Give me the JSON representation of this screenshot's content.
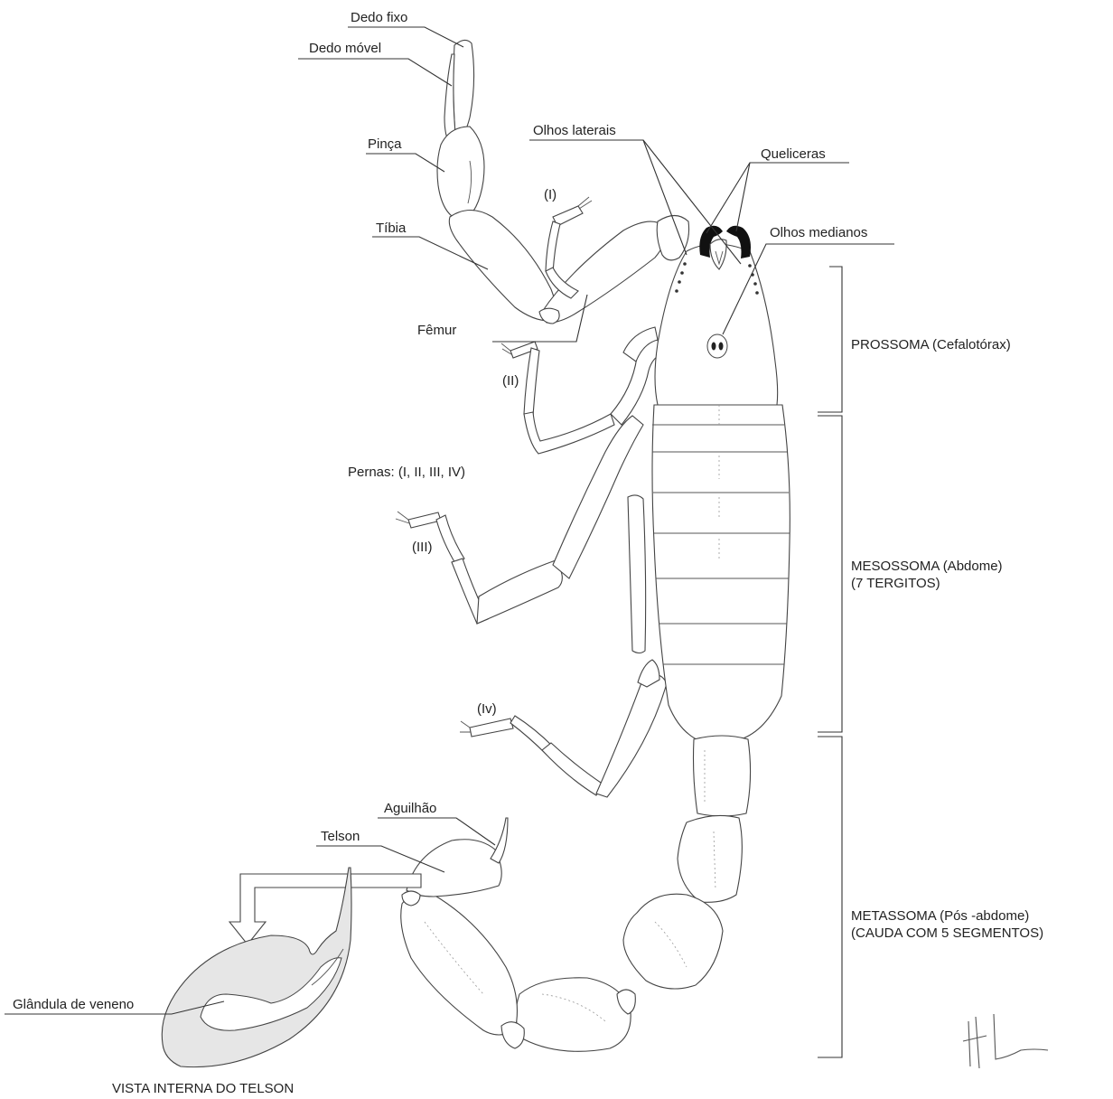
{
  "labels": {
    "dedo_fixo": "Dedo fixo",
    "dedo_movel": "Dedo móvel",
    "pinca": "Pinça",
    "tibia": "Tíbia",
    "femur": "Fêmur",
    "olhos_laterais": "Olhos laterais",
    "queliceras": "Queliceras",
    "olhos_medianos": "Olhos medianos",
    "perna_i": "(I)",
    "perna_ii": "(II)",
    "perna_iii": "(III)",
    "perna_iv": "(Iv)",
    "pernas": "Pernas: (I, II, III, IV)",
    "aguilhao": "Aguilhão",
    "telson": "Telson",
    "glandula": "Glândula de veneno",
    "vista_interna": "VISTA INTERNA DO TELSON"
  },
  "regions": {
    "prossoma": "PROSSOMA (Cefalotórax)",
    "mesossoma_1": "MESOSSOMA (Abdome)",
    "mesossoma_2": "(7 TERGITOS)",
    "metassoma_1": "METASSOMA (Pós -abdome)",
    "metassoma_2": "(CAUDA COM 5 SEGMENTOS)"
  },
  "signature": "HL",
  "colors": {
    "line": "#333333",
    "gland_fill": "#e6e6e6",
    "chelicera_fill": "#111111",
    "background": "#ffffff"
  }
}
